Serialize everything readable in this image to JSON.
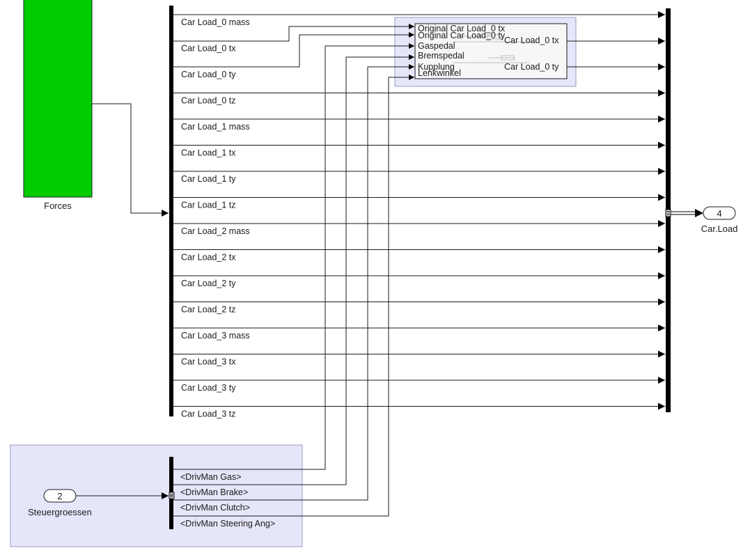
{
  "forces_block": {
    "label": "Forces",
    "color": "#00cc00"
  },
  "demux_signals": [
    "Car Load_0 mass",
    "Car Load_0 tx",
    "Car Load_0 ty",
    "Car Load_0 tz",
    "Car Load_1 mass",
    "Car Load_1 tx",
    "Car Load_1 ty",
    "Car Load_1 tz",
    "Car Load_2 mass",
    "Car Load_2 tx",
    "Car Load_2 ty",
    "Car Load_2 tz",
    "Car Load_3 mass",
    "Car Load_3 tx",
    "Car Load_3 ty",
    "Car Load_3 tz"
  ],
  "subsystem": {
    "inputs": [
      "Original Car Load_0 tx",
      "Original Car Load_0 ty",
      "Gaspedal",
      "Bremspedal",
      "Kupplung",
      "Lenkwinkel"
    ],
    "outputs": [
      "Car Load_0 tx",
      "Car Load_0 ty"
    ],
    "highlight_color": "#e6e6fa"
  },
  "outport": {
    "number": "4",
    "label": "Car.Load"
  },
  "inport": {
    "number": "2",
    "label": "Steuergroessen"
  },
  "bus_selector_signals": [
    "<DrivMan Gas>",
    "<DrivMan Brake>",
    "<DrivMan Clutch>",
    "<DrivMan Steering Ang>"
  ],
  "area_color": "#e6e6fa"
}
